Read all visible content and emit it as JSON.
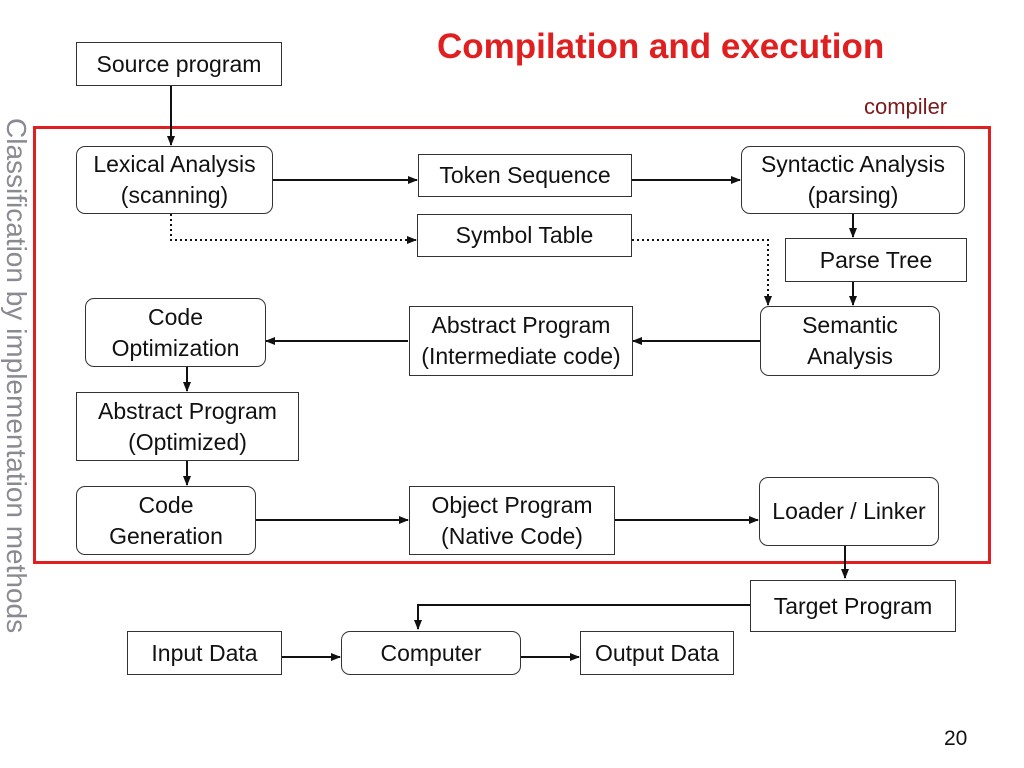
{
  "slide": {
    "title": "Compilation and execution",
    "compiler_label": "compiler",
    "side_label": "Classification by implementation methods",
    "page_number": "20"
  },
  "nodes": {
    "source_program": "Source program",
    "lexical_analysis": [
      "Lexical Analysis",
      "(scanning)"
    ],
    "token_sequence": "Token Sequence",
    "syntactic_analysis": [
      "Syntactic Analysis",
      "(parsing)"
    ],
    "symbol_table": "Symbol Table",
    "parse_tree": "Parse Tree",
    "code_optimization": [
      "Code",
      "Optimization"
    ],
    "abstract_program_intermediate": [
      "Abstract Program",
      "(Intermediate code)"
    ],
    "semantic_analysis": [
      "Semantic",
      "Analysis"
    ],
    "abstract_program_optimized": [
      "Abstract Program",
      "(Optimized)"
    ],
    "code_generation": [
      "Code",
      "Generation"
    ],
    "object_program": [
      "Object Program",
      "(Native Code)"
    ],
    "loader_linker": "Loader / Linker",
    "target_program": "Target Program",
    "input_data": "Input Data",
    "computer": "Computer",
    "output_data": "Output Data"
  },
  "colors": {
    "title": "#e02020",
    "frame": "#e02020",
    "compiler_label": "#7a1a1a",
    "side_label": "#8a8a92"
  }
}
